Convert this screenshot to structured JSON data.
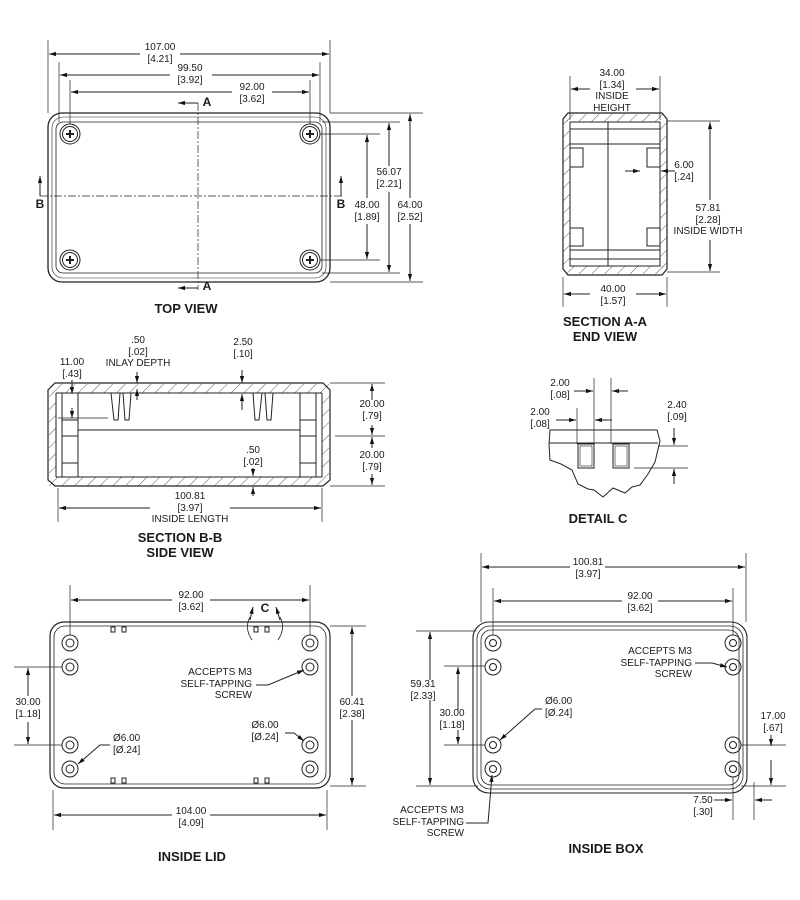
{
  "top_view": {
    "title": "TOP VIEW",
    "section_a_label": "A",
    "section_b_label": "B",
    "dims": {
      "overall_length": {
        "mm": "107.00",
        "in": "[4.21]"
      },
      "flange_length": {
        "mm": "99.50",
        "in": "[3.92]"
      },
      "screw_spacing_x": {
        "mm": "92.00",
        "in": "[3.62]"
      },
      "screw_spacing_y": {
        "mm": "48.00",
        "in": "[1.89]"
      },
      "inner_width": {
        "mm": "56.07",
        "in": "[2.21]"
      },
      "overall_width": {
        "mm": "64.00",
        "in": "[2.52]"
      }
    }
  },
  "section_aa": {
    "title": "SECTION A-A",
    "subtitle": "END VIEW",
    "dims": {
      "inside_height": {
        "mm": "34.00",
        "in": "[1.34]",
        "note1": "INSIDE",
        "note2": "HEIGHT"
      },
      "wall": {
        "mm": "6.00",
        "in": "[.24]"
      },
      "inside_width": {
        "mm": "57.81",
        "in": "[2.28]",
        "note": "INSIDE WIDTH"
      },
      "overall_height": {
        "mm": "40.00",
        "in": "[1.57]"
      }
    }
  },
  "section_bb": {
    "title": "SECTION B-B",
    "subtitle": "SIDE VIEW",
    "dims": {
      "rib_height": {
        "mm": "11.00",
        "in": "[.43]"
      },
      "inlay_depth": {
        "mm": ".50",
        "in": "[.02]",
        "note": "INLAY DEPTH"
      },
      "top_wall": {
        "mm": "2.50",
        "in": "[.10]"
      },
      "lid_height": {
        "mm": "20.00",
        "in": "[.79]"
      },
      "base_height": {
        "mm": "20.00",
        "in": "[.79]"
      },
      "bottom_inlay": {
        "mm": ".50",
        "in": "[.02]"
      },
      "inside_length": {
        "mm": "100.81",
        "in": "[3.97]",
        "note": "INSIDE LENGTH"
      }
    }
  },
  "detail_c": {
    "title": "DETAIL  C",
    "dims": {
      "slot_width": {
        "mm": "2.00",
        "in": "[.08]"
      },
      "slot_gap": {
        "mm": "2.00",
        "in": "[.08]"
      },
      "slot_depth": {
        "mm": "2.40",
        "in": "[.09]"
      }
    }
  },
  "inside_lid": {
    "title": "INSIDE LID",
    "detail_marker": "C",
    "dims": {
      "screw_spacing_x": {
        "mm": "92.00",
        "in": "[3.62]"
      },
      "boss_spacing_y": {
        "mm": "30.00",
        "in": "[1.18]"
      },
      "width": {
        "mm": "60.41",
        "in": "[2.38]"
      },
      "length": {
        "mm": "104.00",
        "in": "[4.09]"
      },
      "boss_dia_left": {
        "mm": "Ø6.00",
        "in": "[Ø.24]"
      },
      "boss_dia_right": {
        "mm": "Ø6.00",
        "in": "[Ø.24]"
      }
    },
    "callout": {
      "line1": "ACCEPTS M3",
      "line2": "SELF-TAPPING",
      "line3": "SCREW"
    }
  },
  "inside_box": {
    "title": "INSIDE BOX",
    "dims": {
      "length": {
        "mm": "100.81",
        "in": "[3.97]"
      },
      "screw_spacing_x": {
        "mm": "92.00",
        "in": "[3.62]"
      },
      "width": {
        "mm": "59.31",
        "in": "[2.33]"
      },
      "boss_spacing_y": {
        "mm": "30.00",
        "in": "[1.18]"
      },
      "boss_dia": {
        "mm": "Ø6.00",
        "in": "[Ø.24]"
      },
      "edge_offset_y": {
        "mm": "17.00",
        "in": "[.67]"
      },
      "edge_offset_x": {
        "mm": "7.50",
        "in": "[.30]"
      }
    },
    "callout_top": {
      "line1": "ACCEPTS M3",
      "line2": "SELF-TAPPING",
      "line3": "SCREW"
    },
    "callout_bottom": {
      "line1": "ACCEPTS M3",
      "line2": "SELF-TAPPING",
      "line3": "SCREW"
    }
  }
}
